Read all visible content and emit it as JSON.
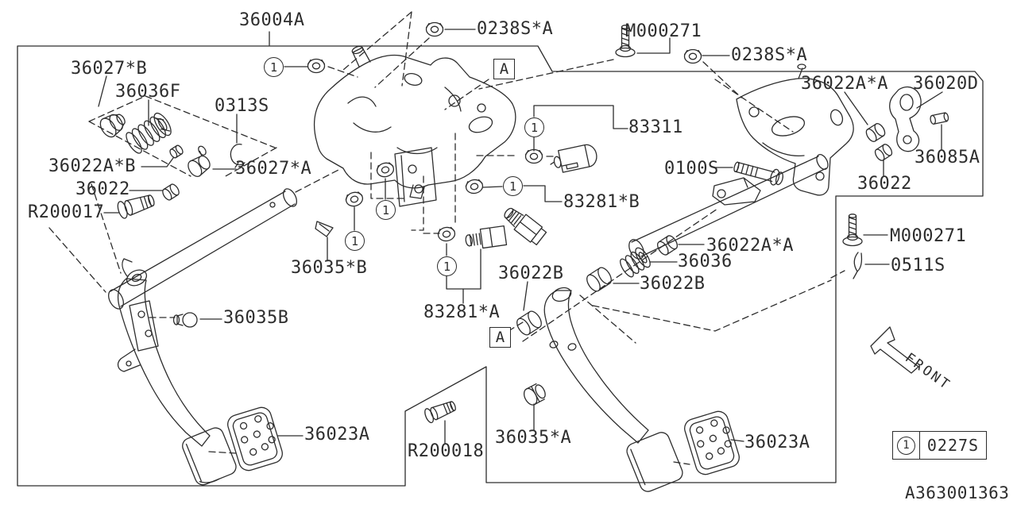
{
  "diagram": {
    "drawing_number": "A363001363",
    "front_label": "FRONT",
    "section_marker": "A",
    "legend": {
      "callout_symbol": "1",
      "part_code": "0227S"
    },
    "line_color": "#2d2d2d",
    "parts": {
      "p36004A": "36004A",
      "p0238SA_1": "0238S*A",
      "pM000271_1": "M000271",
      "p0238SA_2": "0238S*A",
      "p36022AA_1": "36022A*A",
      "p36020D": "36020D",
      "p36027B": "36027*B",
      "p36036F": "36036F",
      "p0313S": "0313S",
      "p36022AB": "36022A*B",
      "p36022_1": "36022",
      "pR200017": "R200017",
      "p36027A": "36027*A",
      "p83311": "83311",
      "p0100S": "0100S",
      "p36085A": "36085A",
      "p36022_2": "36022",
      "p83281B": "83281*B",
      "p36035B_star": "36035*B",
      "p83281A": "83281*A",
      "p36022B_1": "36022B",
      "p36022AA_2": "36022A*A",
      "p36036": "36036",
      "p36022B_2": "36022B",
      "pM000271_2": "M000271",
      "p0511S": "0511S",
      "p36035B": "36035B",
      "p36023A_1": "36023A",
      "pR200018": "R200018",
      "p36035A_star": "36035*A",
      "p36023A_2": "36023A"
    }
  }
}
